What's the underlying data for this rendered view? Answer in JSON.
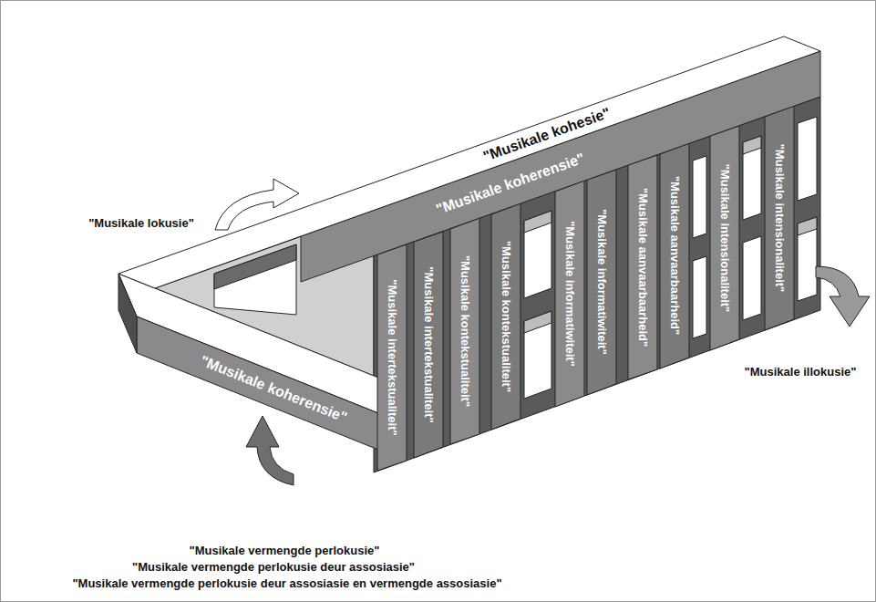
{
  "diagram": {
    "labels": [
      "\"Musikale kohesie\"",
      "\"Musikale koherensie\"",
      "\"Musikale intensionaliteit\"",
      "\"Musikale intensionaliteit\"",
      "\"Musikale aanvaarbaarheid\"",
      "\"Musikale aanvaarbaarheid\"",
      "\"Musikale informatiwiteit\"",
      "\"Musikale informatiwiteit\"",
      "\"Musikale kontekstualiteit\"",
      "\"Musikale kontekstualiteit\"",
      "\"Musikale intertekstualiteit\"",
      "\"Musikale intertekstualiteit\"",
      "\"Musikale lokusie\"",
      "\"Musikale illokusie\"",
      "\"Musikale koherensie\"",
      "\"Musikale vermengde perlokusie\"",
      "\"Musikale vermengde perlokusie deur assosiasie\"",
      "\"Musikale vermengde perlokusie deur assosiasie en vermengde assosiasie\""
    ]
  }
}
